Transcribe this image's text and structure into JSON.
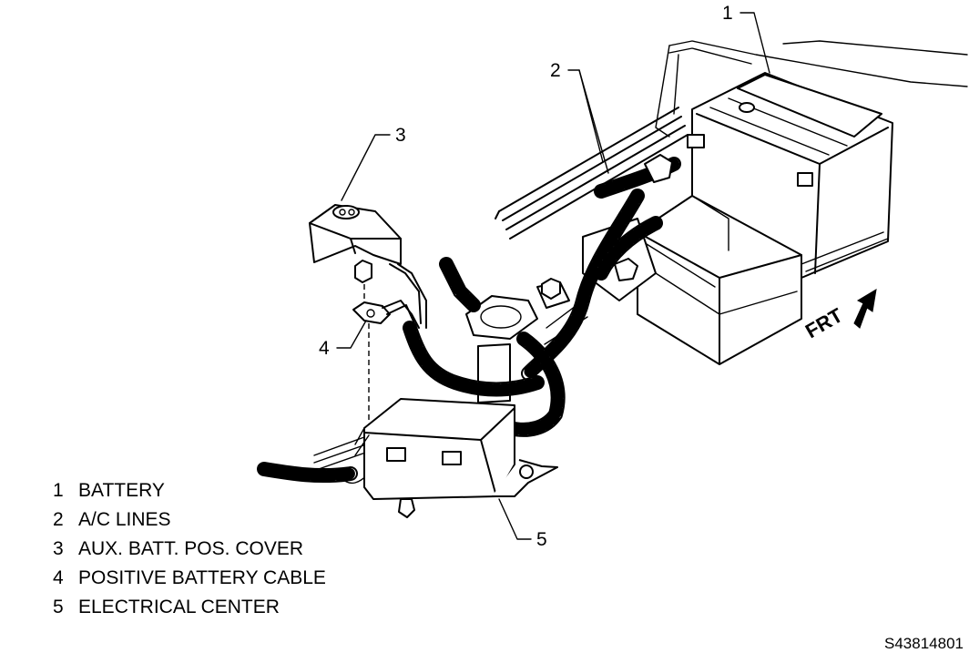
{
  "callouts": {
    "c1": "1",
    "c2": "2",
    "c3": "3",
    "c4": "4",
    "c5": "5"
  },
  "direction_label": "FRT",
  "legend": [
    {
      "num": "1",
      "label": "BATTERY"
    },
    {
      "num": "2",
      "label": "A/C LINES"
    },
    {
      "num": "3",
      "label": "AUX. BATT. POS. COVER"
    },
    {
      "num": "4",
      "label": "POSITIVE BATTERY CABLE"
    },
    {
      "num": "5",
      "label": "ELECTRICAL CENTER"
    }
  ],
  "figure_id": "S43814801"
}
